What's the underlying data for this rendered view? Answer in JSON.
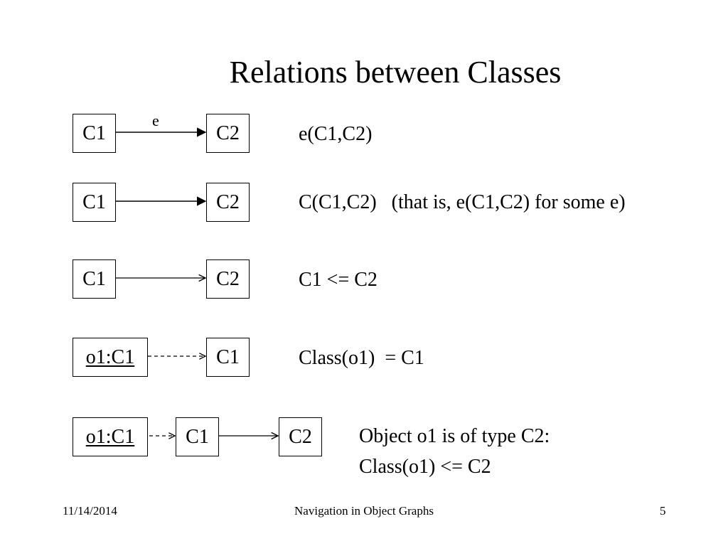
{
  "slide": {
    "title": "Relations between Classes",
    "rows": [
      {
        "from": "C1",
        "to": "C2",
        "edge_label": "e",
        "relation": "e(C1,C2)"
      },
      {
        "from": "C1",
        "to": "C2",
        "relation": "C(C1,C2)   (that is, e(C1,C2) for some e)"
      },
      {
        "from": "C1",
        "to": "C2",
        "relation": "C1 <= C2"
      },
      {
        "from": "o1:C1",
        "to": "C1",
        "relation": "Class(o1)  = C1"
      },
      {
        "object": "o1:C1",
        "from": "C1",
        "to": "C2",
        "relation_line1": "Object o1 is of type C2:",
        "relation_line2": "Class(o1) <= C2"
      }
    ]
  },
  "footer": {
    "date": "11/14/2014",
    "center": "Navigation in Object Graphs",
    "page_number": "5"
  }
}
